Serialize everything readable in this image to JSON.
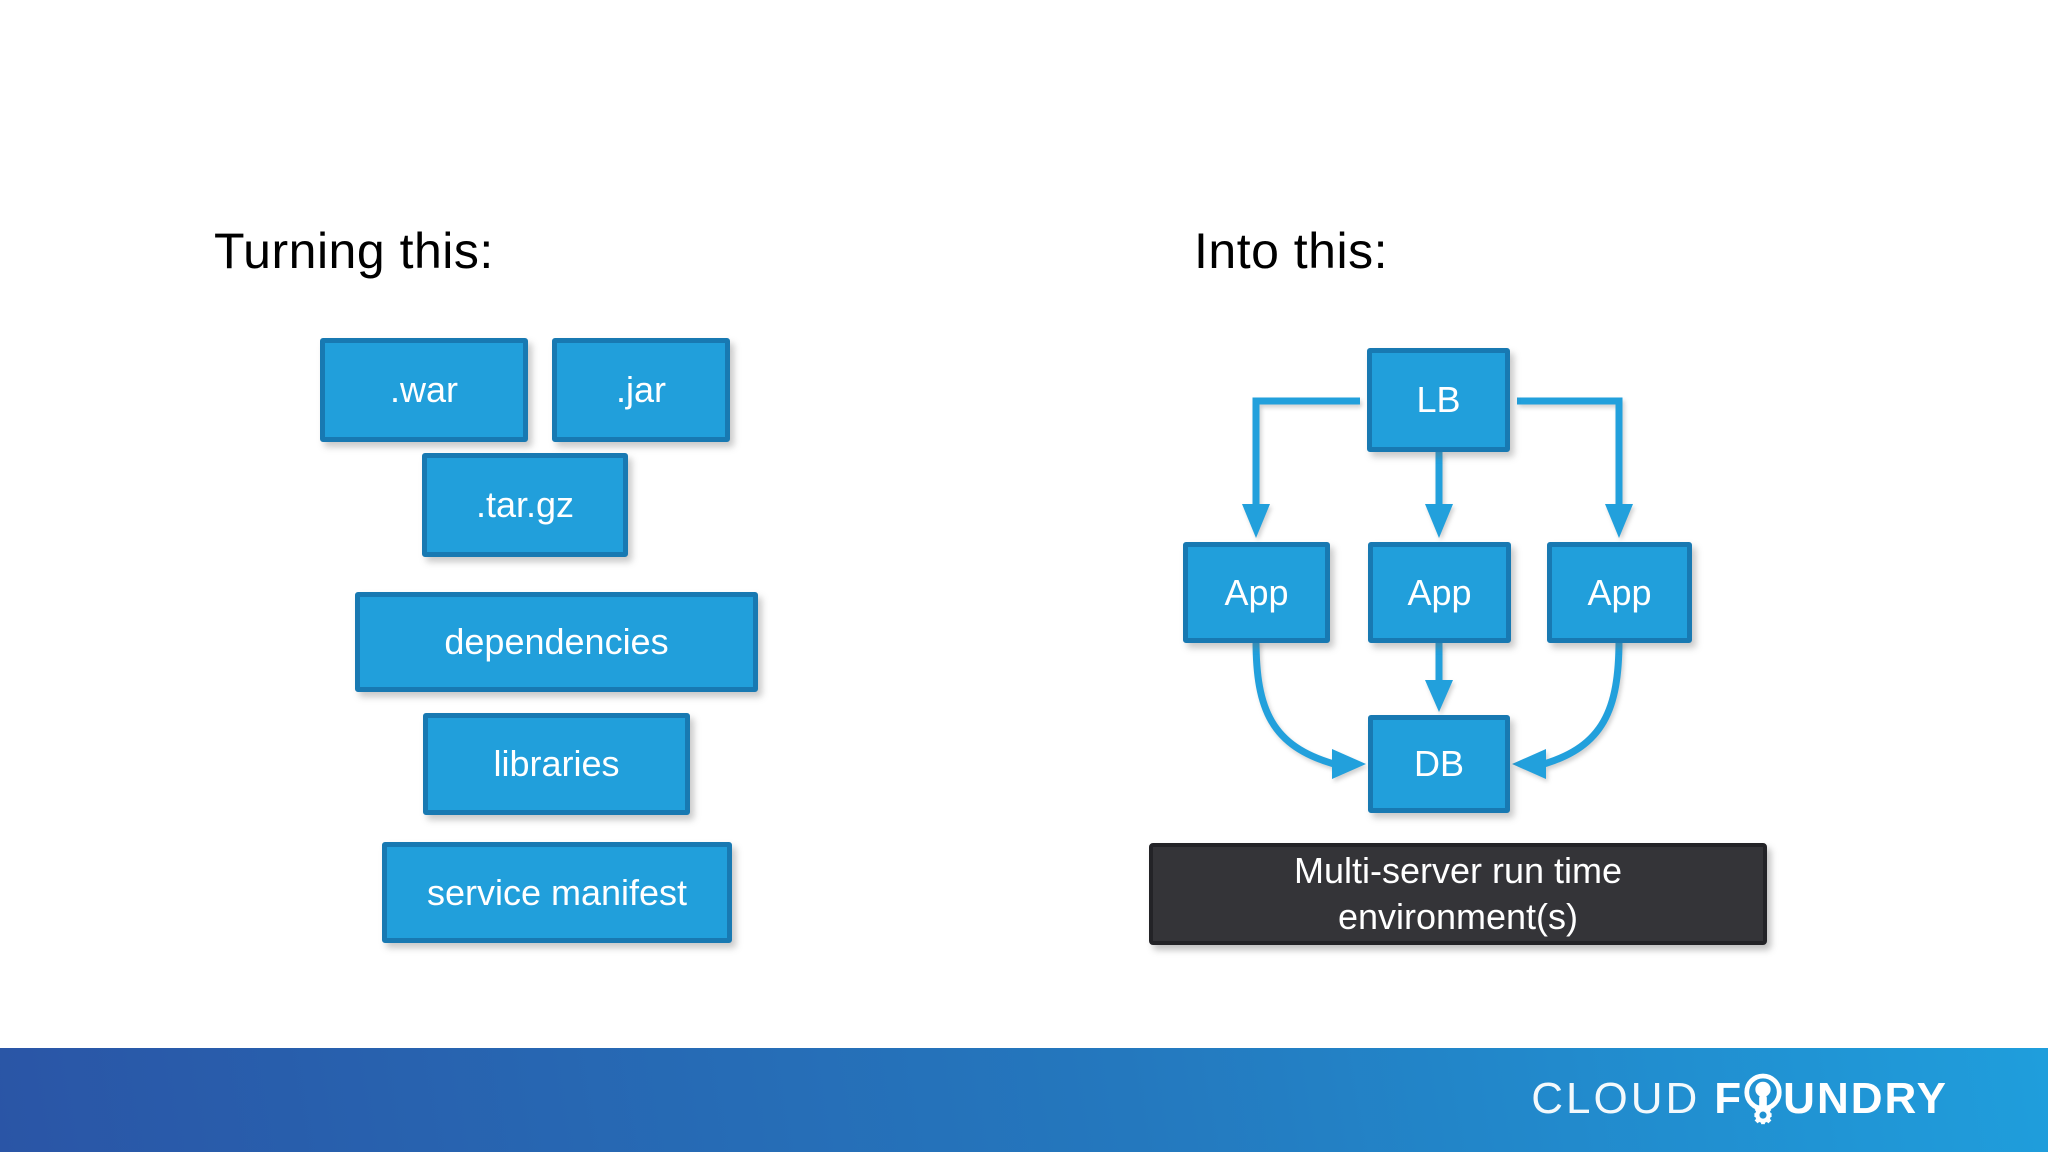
{
  "left_panel": {
    "title": "Turning this:",
    "boxes": [
      ".war",
      ".jar",
      ".tar.gz",
      "dependencies",
      "libraries",
      "service manifest"
    ]
  },
  "right_panel": {
    "title": "Into this:",
    "nodes": {
      "lb": "LB",
      "app_1": "App",
      "app_2": "App",
      "app_3": "App",
      "db": "DB"
    },
    "caption_line1": "Multi-server run time",
    "caption_line2": "environment(s)"
  },
  "footer": {
    "brand_word_light": "CLOUD",
    "brand_bold_before_icon": "F",
    "brand_bold_after_icon": "UNDRY",
    "logo_icon": "lightbulb-gear-icon"
  },
  "colors": {
    "box_fill": "#219FDB",
    "box_border": "#1879B2",
    "box_text": "#FFFFFF",
    "arrow": "#22A0DC",
    "caption_bg": "#343438",
    "caption_border": "#232327",
    "caption_text": "#FFFFFF",
    "title_text": "#000000",
    "footer_gradient_left": "#2A55A6",
    "footer_gradient_right": "#1F9EDC",
    "background": "#FFFFFF"
  }
}
